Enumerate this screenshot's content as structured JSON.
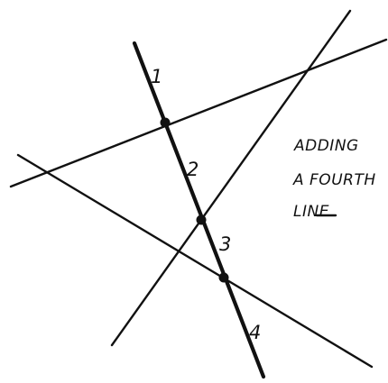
{
  "diagram": {
    "segment_labels": [
      "1",
      "2",
      "3",
      "4"
    ],
    "note_lines": [
      "ADDING",
      "A FOURTH",
      "LINE"
    ],
    "stroke_color": "#111111",
    "background_color": "#ffffff"
  }
}
